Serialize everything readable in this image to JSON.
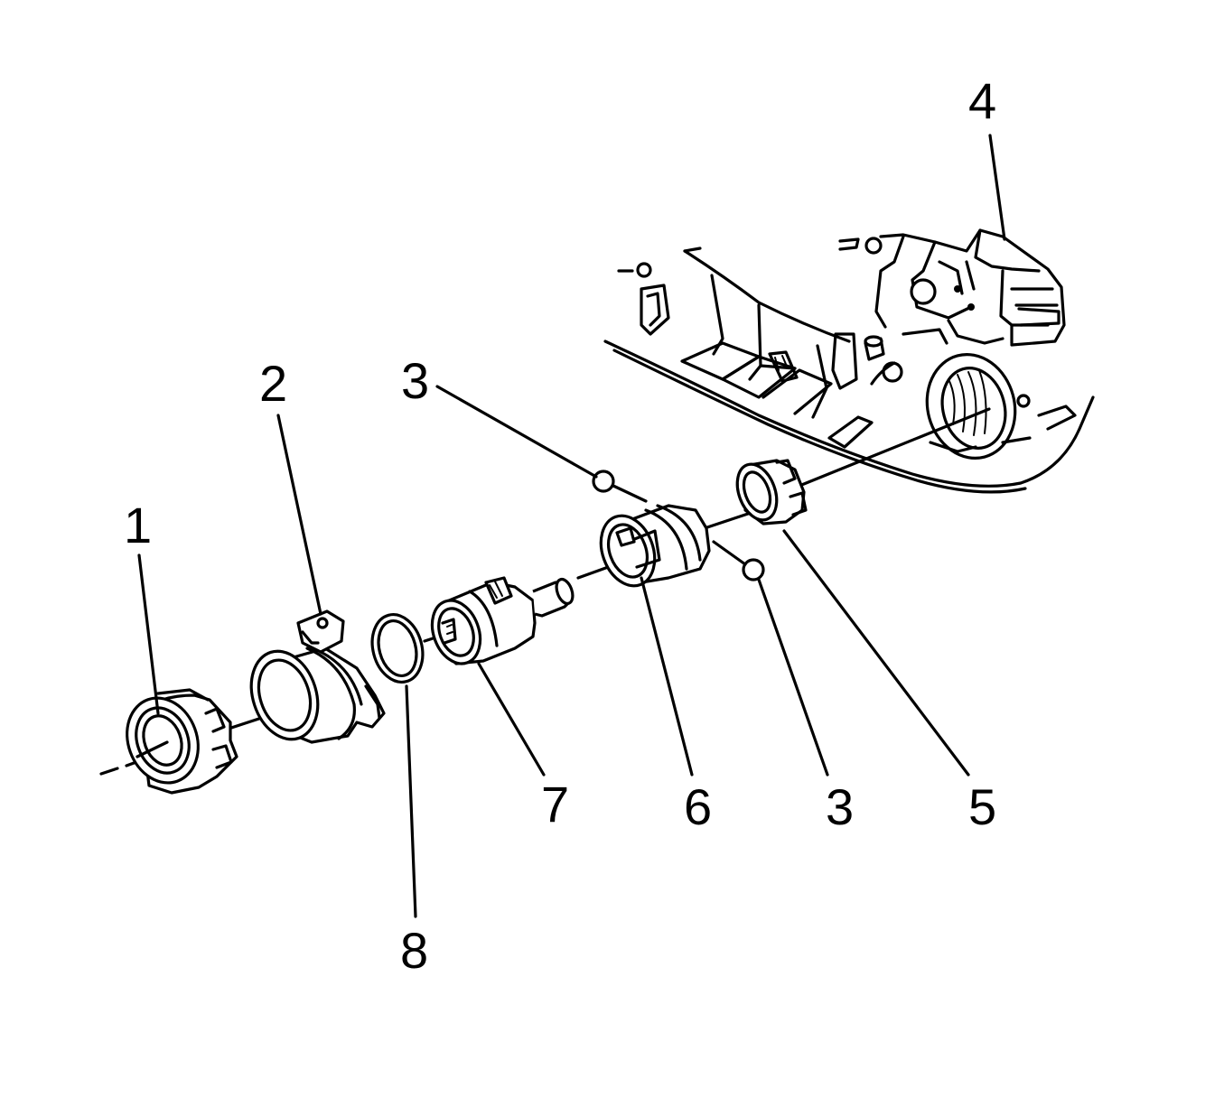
{
  "callouts": [
    {
      "id": "callout-1",
      "label": "1"
    },
    {
      "id": "callout-2",
      "label": "2"
    },
    {
      "id": "callout-3-upper",
      "label": "3"
    },
    {
      "id": "callout-4",
      "label": "4"
    },
    {
      "id": "callout-5",
      "label": "5"
    },
    {
      "id": "callout-6",
      "label": "6"
    },
    {
      "id": "callout-3-lower",
      "label": "3"
    },
    {
      "id": "callout-7",
      "label": "7"
    },
    {
      "id": "callout-8",
      "label": "8"
    }
  ],
  "colors": {
    "line": "#000000",
    "background": "#ffffff"
  }
}
